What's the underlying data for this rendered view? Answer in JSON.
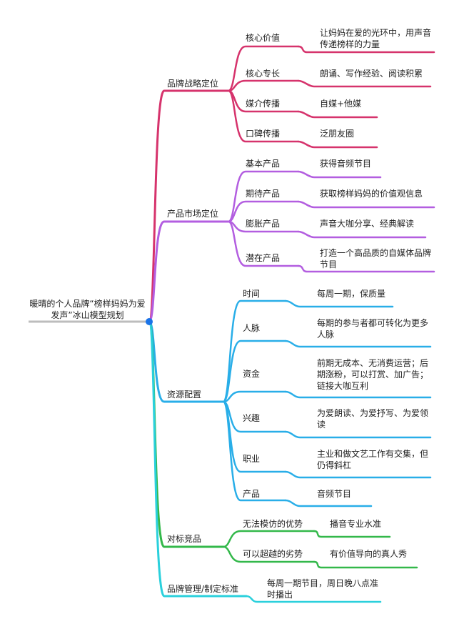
{
  "root": {
    "title": "暖晴的个人品牌“榜样妈妈为爱发声”冰山模型规划",
    "color": "#1a73e8"
  },
  "branches": [
    {
      "label": "品牌战略定位",
      "color": "#d6336c",
      "children": [
        {
          "label": "核心价值",
          "detail": "让妈妈在爱的光环中，用声音传递榜样的力量"
        },
        {
          "label": "核心专长",
          "detail": "朗诵、写作经验、阅读积累"
        },
        {
          "label": "媒介传播",
          "detail": "自媒+他媒"
        },
        {
          "label": "口碑传播",
          "detail": "泛朋友圈"
        }
      ]
    },
    {
      "label": "产品市场定位",
      "color": "#b35ee0",
      "children": [
        {
          "label": "基本产品",
          "detail": "获得音频节目"
        },
        {
          "label": "期待产品",
          "detail": "获取榜样妈妈的价值观信息"
        },
        {
          "label": "膨胀产品",
          "detail": "声音大咖分享、经典解读"
        },
        {
          "label": "潜在产品",
          "detail": "打造一个高品质的自媒体品牌节目"
        }
      ]
    },
    {
      "label": "资源配置",
      "color": "#29aee8",
      "children": [
        {
          "label": "时间",
          "detail": "每周一期，保质量"
        },
        {
          "label": "人脉",
          "detail": "每期的参与者都可转化为更多人脉"
        },
        {
          "label": "资金",
          "detail": "前期无成本、无消费运营；后期涨粉，可以打赏、加广告；链接大咖互利"
        },
        {
          "label": "兴趣",
          "detail": "为爱朗读、为爱抒写、为爱领读"
        },
        {
          "label": "职业",
          "detail": "主业和做文艺工作有交集，但仍得斜杠"
        },
        {
          "label": "产品",
          "detail": "音频节目"
        }
      ]
    },
    {
      "label": "对标竞品",
      "color": "#33b84a",
      "children": [
        {
          "label": "无法模仿的优势",
          "detail": "播音专业水准"
        },
        {
          "label": "可以超越的劣势",
          "detail": "有价值导向的真人秀"
        }
      ]
    },
    {
      "label": "品牌管理/制定标准",
      "color": "#2ad0dc",
      "children": [
        {
          "label": "",
          "detail": "每周一期节目，周日晚八点准时播出"
        }
      ]
    }
  ]
}
